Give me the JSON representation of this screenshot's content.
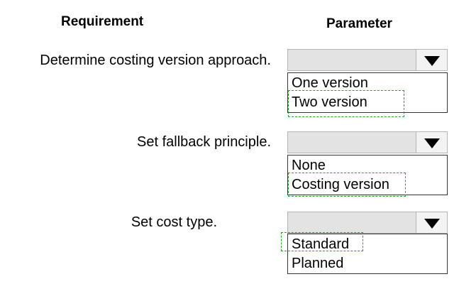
{
  "headers": {
    "requirement": "Requirement",
    "parameter": "Parameter"
  },
  "rows": [
    {
      "requirement": "Determine costing version approach.",
      "options": [
        "One version",
        "Two version"
      ],
      "highlighted_option": "Two version"
    },
    {
      "requirement": "Set fallback principle.",
      "options": [
        "None",
        "Costing version"
      ],
      "highlighted_option": "Costing version"
    },
    {
      "requirement": "Set cost type.",
      "options": [
        "Standard",
        "Planned"
      ],
      "highlighted_option": "Standard"
    }
  ],
  "icons": {
    "dropdown_button": "triangle-down-icon"
  },
  "colors": {
    "highlight_border": "#2aa22a",
    "dropdown_header": "#e3e3e3"
  }
}
